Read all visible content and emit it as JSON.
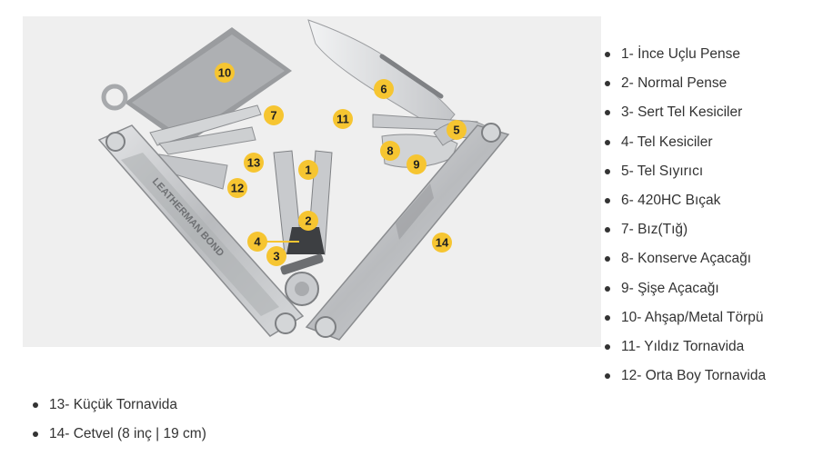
{
  "features_right": [
    "1- İnce Uçlu Pense",
    "2- Normal Pense",
    "3- Sert Tel Kesiciler",
    "4- Tel Kesiciler",
    "5- Tel Sıyırıcı",
    "6- 420HC Bıçak",
    "7- Bız(Tığ)",
    "8- Konserve Açacağı",
    "9- Şişe Açacağı",
    "10- Ahşap/Metal Törpü",
    "11- Yıldız Tornavida",
    "12- Orta Boy Tornavida"
  ],
  "features_bottom": [
    "13- Küçük Tornavida",
    "14- Cetvel (8 inç | 19 cm)"
  ],
  "image": {
    "handle_engraving": "LEATHERMAN BOND",
    "badges": [
      "1",
      "2",
      "3",
      "4",
      "5",
      "6",
      "7",
      "8",
      "9",
      "10",
      "11",
      "12",
      "13",
      "14"
    ],
    "colors": {
      "badge": "#f6c531",
      "steel": "#c9cbcd",
      "panel": "#efefef"
    }
  }
}
